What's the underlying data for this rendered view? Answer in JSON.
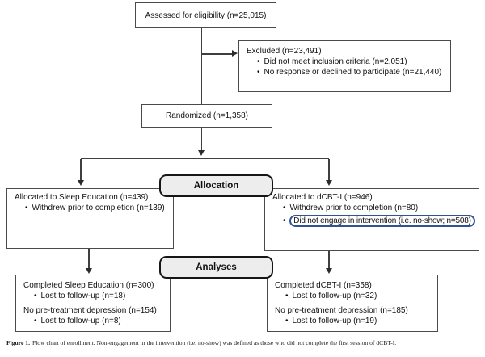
{
  "diagram": {
    "assessed": "Assessed for eligibility (n=25,015)",
    "excluded": {
      "title": "Excluded (n=23,491)",
      "bullets": [
        "Did not meet inclusion criteria (n=2,051)",
        "No response or declined to participate (n=21,440)"
      ]
    },
    "randomized": "Randomized (n=1,358)",
    "allocation_label": "Allocation",
    "analyses_label": "Analyses",
    "alloc_sleep": {
      "title": "Allocated to Sleep Education (n=439)",
      "bullets": [
        "Withdrew prior to completion (n=139)"
      ]
    },
    "alloc_dcbt": {
      "title": "Allocated to dCBT-I (n=946)",
      "bullet_withdrew": "Withdrew prior to completion (n=80)",
      "bullet_no_engage": "Did not engage in intervention (i.e. no-show; n=508)"
    },
    "analysis_sleep": {
      "completed": "Completed Sleep Education (n=300)",
      "completed_bullet": "Lost to follow-up (n=18)",
      "no_depression": "No pre-treatment depression (n=154)",
      "no_depression_bullet": "Lost to follow-up (n=8)"
    },
    "analysis_dcbt": {
      "completed": "Completed dCBT-I (n=358)",
      "completed_bullet": "Lost to follow-up (n=32)",
      "no_depression": "No pre-treatment depression (n=185)",
      "no_depression_bullet": "Lost to follow-up (n=19)"
    },
    "caption": {
      "label": "Figure 1.",
      "text": "Flow chart of enrollment. Non-engagement in the intervention (i.e. no-show) was defined as those who did not complete the first session of dCBT-I."
    },
    "colors": {
      "highlight_blue": "#2f5496",
      "label_fill": "#ededed",
      "line": "#3f3f3f"
    }
  }
}
